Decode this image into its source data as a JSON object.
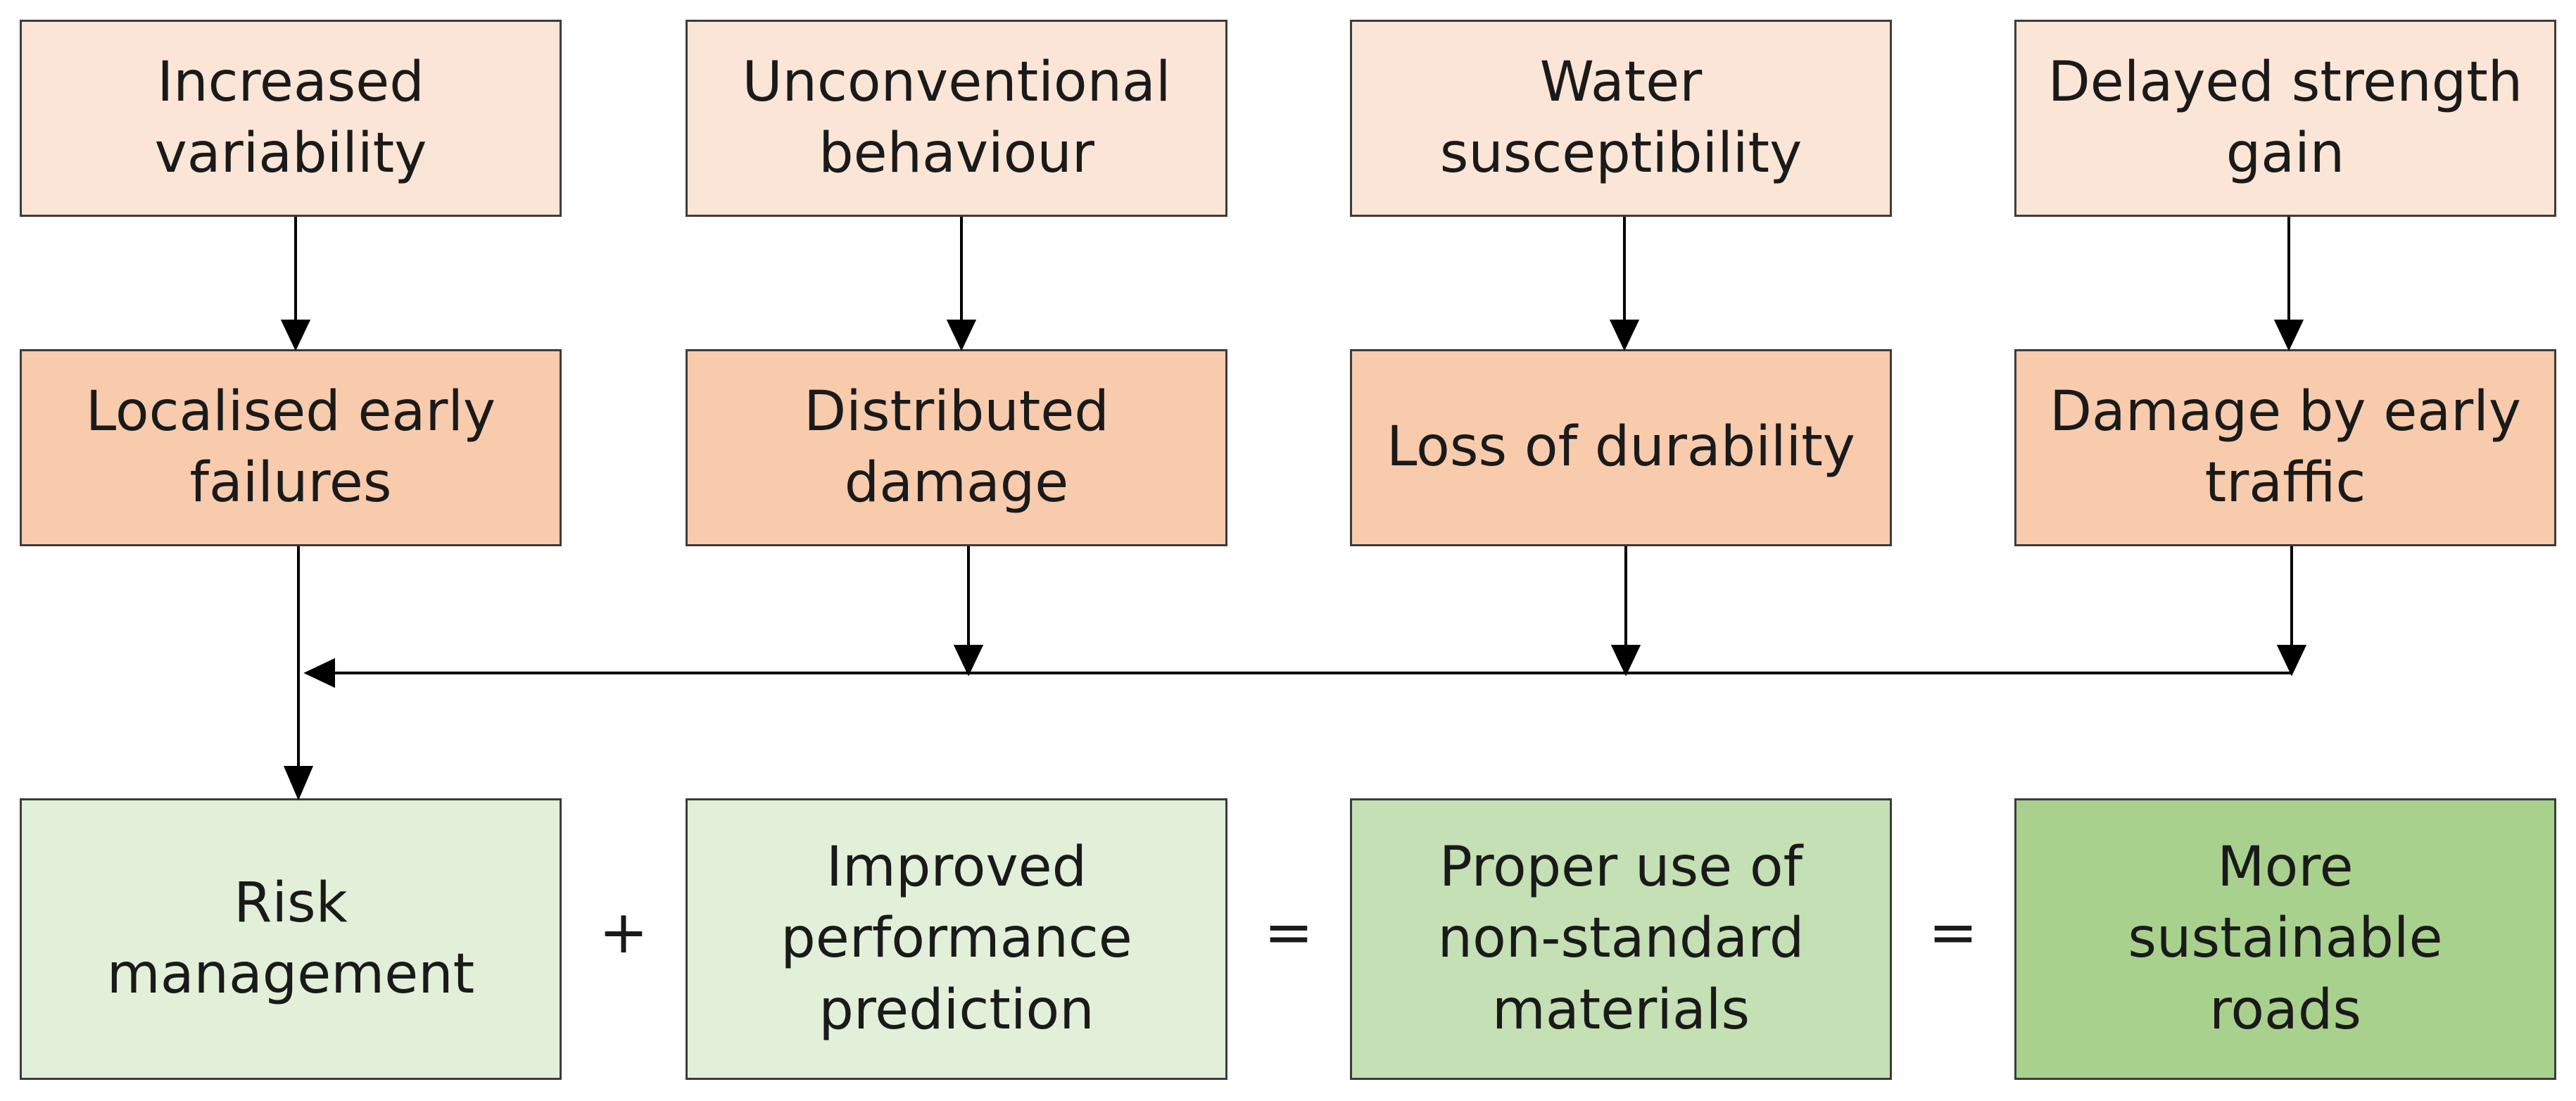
{
  "causes": [
    {
      "label": "Increased\nvariability"
    },
    {
      "label": "Unconventional\nbehaviour"
    },
    {
      "label": "Water\nsusceptibility"
    },
    {
      "label": "Delayed strength\ngain"
    }
  ],
  "effects": [
    {
      "label": "Localised early\nfailures"
    },
    {
      "label": "Distributed\ndamage"
    },
    {
      "label": "Loss of durability"
    },
    {
      "label": "Damage by early\ntraffic"
    }
  ],
  "equation": {
    "term1": "Risk\nmanagement",
    "op1": "+",
    "term2": "Improved\nperformance\nprediction",
    "op2": "=",
    "term3": "Proper use of\nnon-standard\nmaterials",
    "op3": "=",
    "term4": "More\nsustainable\nroads"
  },
  "colors": {
    "cause_fill": "#fbe5d6",
    "effect_fill": "#f8cbad",
    "equation_fill_light": "#e2f0d9",
    "equation_fill_mid": "#c5e0b4",
    "equation_fill_dark": "#a9d18e",
    "border": "#3c3c3c"
  }
}
